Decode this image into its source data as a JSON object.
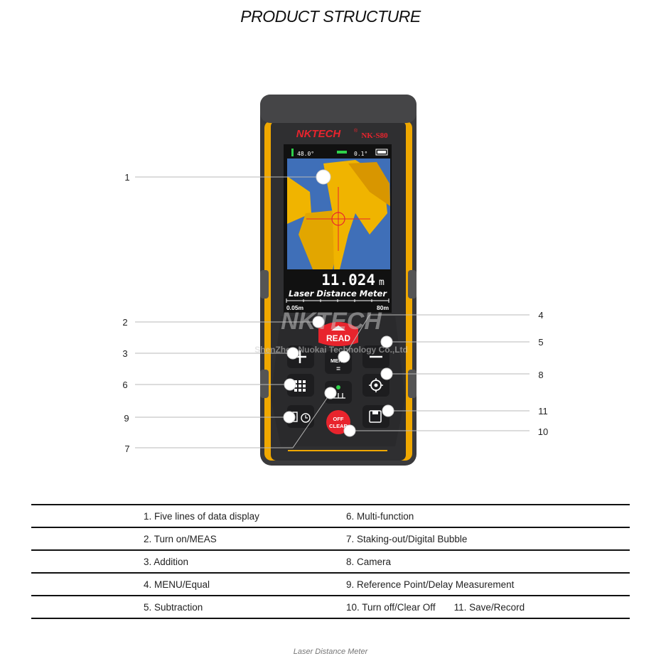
{
  "page_title": "PRODUCT STRUCTURE",
  "footer_caption": "Laser Distance Meter",
  "device": {
    "brand": "NKTECH",
    "brand_mark": "®",
    "model": "NK-S80",
    "status_left": "48.0°",
    "status_right": "0.1°",
    "reading_value": "11.024",
    "reading_unit": "m",
    "screen_caption": "Laser Distance Meter",
    "range_min": "0.05m",
    "range_max": "80m",
    "btn_read": "READ",
    "btn_menu": "MENU",
    "btn_equal": "=",
    "btn_off_top": "OFF",
    "btn_off_bottom": "CLEAR",
    "watermark_top": "NKTECH",
    "watermark_bottom": "ShenZhen Nuokai Technology Co.,Ltd",
    "colors": {
      "body": "#3a3a3c",
      "accent": "#f0a800",
      "read_btn": "#e8242d",
      "screen_sky": "#3f6fb8",
      "screen_shape": "#f0b400"
    }
  },
  "callouts": [
    {
      "num": "1"
    },
    {
      "num": "2"
    },
    {
      "num": "3"
    },
    {
      "num": "4"
    },
    {
      "num": "5"
    },
    {
      "num": "6"
    },
    {
      "num": "7"
    },
    {
      "num": "8"
    },
    {
      "num": "9"
    },
    {
      "num": "10"
    },
    {
      "num": "11"
    }
  ],
  "spec_rows": [
    {
      "left": "1. Five lines of data display",
      "right": "6. Multi-function",
      "extra": ""
    },
    {
      "left": "2. Turn on/MEAS",
      "right": "7. Staking-out/Digital Bubble",
      "extra": ""
    },
    {
      "left": "3. Addition",
      "right": "8. Camera",
      "extra": ""
    },
    {
      "left": "4. MENU/Equal",
      "right": "9. Reference Point/Delay Measurement",
      "extra": ""
    },
    {
      "left": "5. Subtraction",
      "right": "10. Turn off/Clear Off",
      "extra": "11. Save/Record"
    }
  ]
}
